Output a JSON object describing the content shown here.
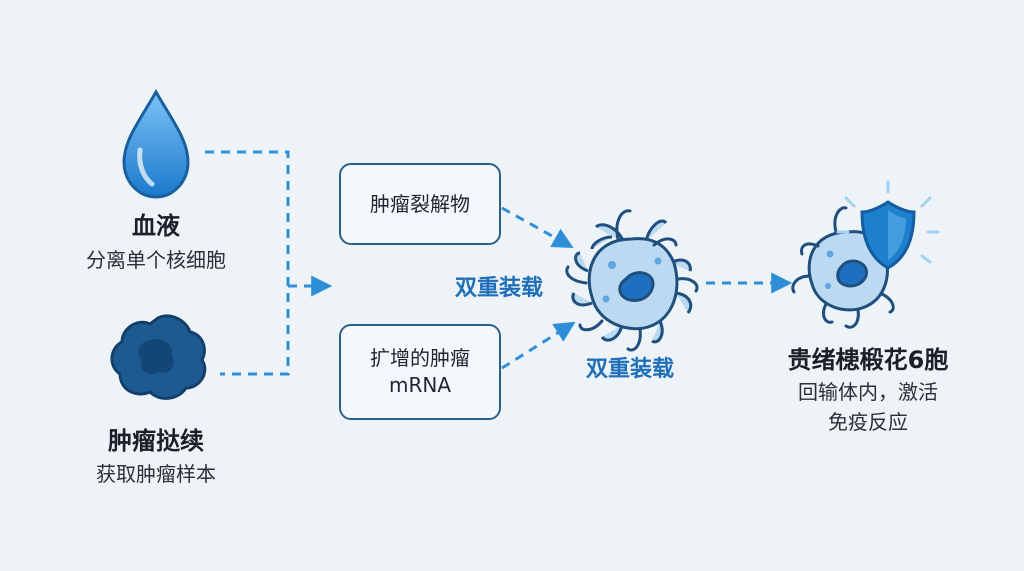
{
  "sources": {
    "blood": {
      "title": "血液",
      "subtitle": "分离单个核细胞",
      "icon": "blood-drop-icon"
    },
    "tumor": {
      "title": "肿瘤挞续",
      "subtitle": "获取肿瘤样本",
      "icon": "tumor-tissue-icon"
    }
  },
  "antigens": {
    "lysate": {
      "label": "肿瘤裂解物"
    },
    "mrna": {
      "label_line1": "扩增的肿瘤",
      "label_line2": "mRNA"
    }
  },
  "loading": {
    "label_upper": "双重装载",
    "label_lower": "双重装载",
    "icon": "dendritic-cell-icon"
  },
  "result": {
    "title": "贵绪槵椴花6胞",
    "subtitle_line1": "回输体内，激活",
    "subtitle_line2": "免疫反应",
    "icons": [
      "activated-dendritic-cell-icon",
      "shield-icon"
    ]
  },
  "colors": {
    "arrow": "#2f8fd6",
    "box_border": "#2e5f8c",
    "accent_text": "#1e6fb8",
    "cell_fill": "#bcd9f2",
    "cell_stroke": "#1f4f7d",
    "tumor_fill": "#1d5a92",
    "drop_fill": "#2b8fe0",
    "shield_fill": "#1f7fcf"
  }
}
